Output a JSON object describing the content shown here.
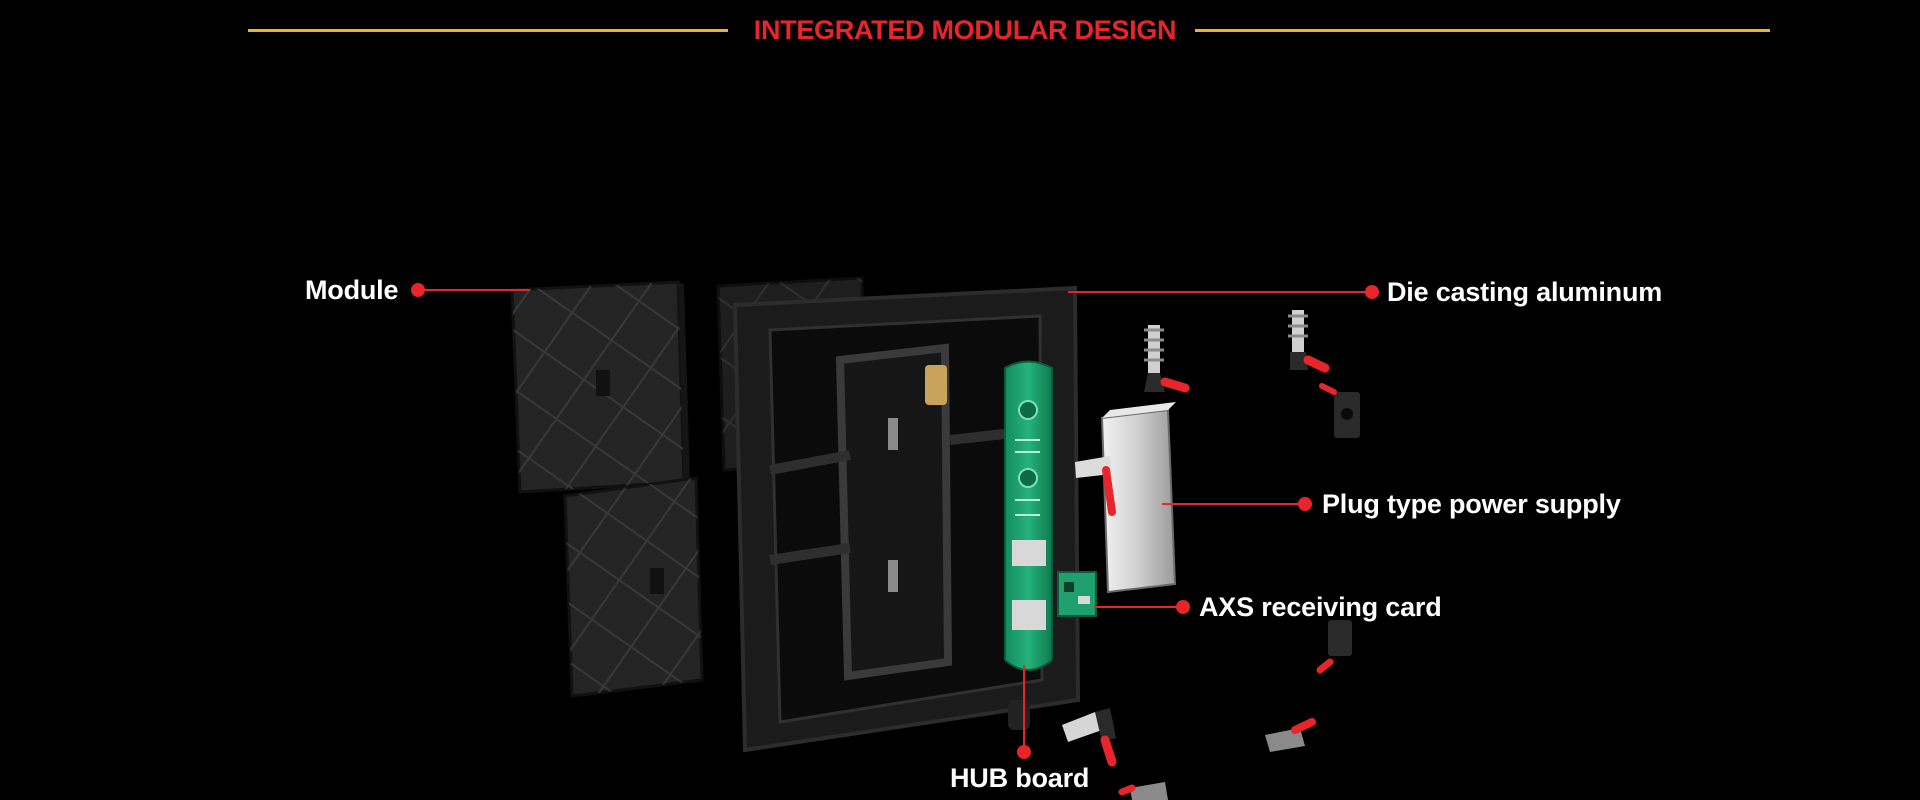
{
  "header": {
    "title": "INTEGRATED MODULAR DESIGN",
    "line_color": "#f0b323",
    "title_color": "#e8252a"
  },
  "callouts": {
    "module": "Module",
    "die_casting": "Die casting aluminum",
    "power_supply": "Plug type power supply",
    "receiving_card": "AXS receiving card",
    "hub_board": "HUB board"
  },
  "colors": {
    "background": "#000000",
    "accent_red": "#e8252a",
    "text": "#ffffff",
    "pcb_green": "#1f9a6a",
    "metal": "#2a2a2a"
  },
  "icons": [
    "bullet-dot-icon"
  ]
}
